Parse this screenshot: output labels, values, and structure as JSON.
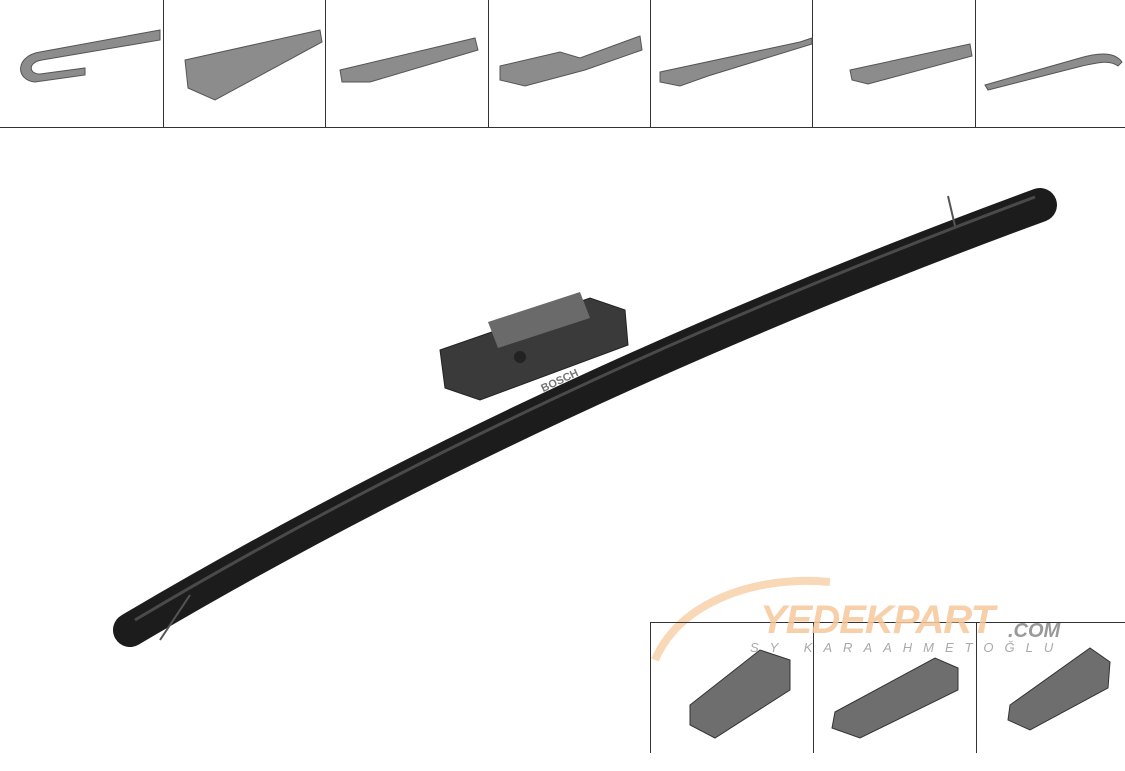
{
  "product": {
    "brand_print": "BOSCH"
  },
  "adapter_strip": {
    "count_top": 7,
    "count_bottom": 3
  },
  "watermark": {
    "name": "YEDEKPART",
    "suffix": ".COM",
    "tagline": "SY KARAAHMETOĞLU",
    "color": "#f6c79a"
  },
  "colors": {
    "blade": "#1c1c1c",
    "adapter": "#8a8a8a"
  }
}
